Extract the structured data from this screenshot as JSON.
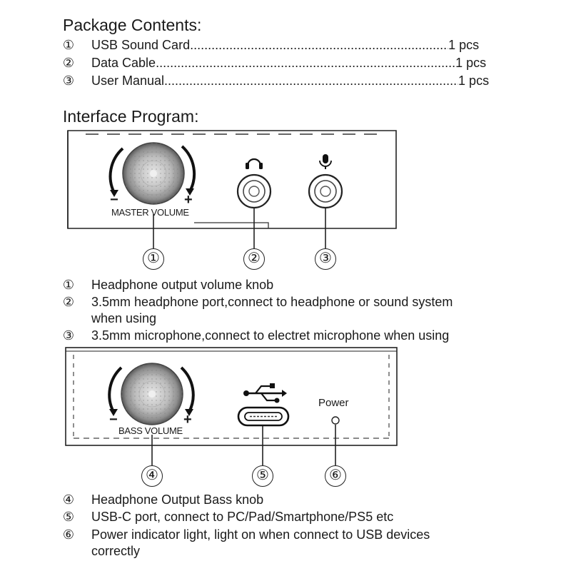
{
  "package": {
    "heading": "Package Contents:",
    "items": [
      {
        "num": "①",
        "name": "USB Sound Card",
        "qty": "1 pcs"
      },
      {
        "num": "②",
        "name": "Data Cable",
        "qty": "1 pcs"
      },
      {
        "num": "③",
        "name": "User Manual",
        "qty": "1 pcs"
      }
    ]
  },
  "interface": {
    "heading": "Interface Program:",
    "panel1": {
      "knob_label": "MASTER VOLUME",
      "minus": "−",
      "plus": "+",
      "headphone_icon": "headphone-icon",
      "mic_icon": "microphone-icon",
      "callouts": [
        "①",
        "②",
        "③"
      ]
    },
    "descriptions1": [
      {
        "num": "①",
        "text": "Headphone output volume knob"
      },
      {
        "num": "②",
        "text": "3.5mm headphone port,connect to headphone or sound system",
        "text2": "when using"
      },
      {
        "num": "③",
        "text": "3.5mm microphone,connect to electret microphone when using"
      }
    ],
    "panel2": {
      "knob_label": "BASS VOLUME",
      "minus": "−",
      "plus": "+",
      "usb_icon": "usb-icon",
      "power_label": "Power",
      "callouts": [
        "④",
        "⑤",
        "⑥"
      ]
    },
    "descriptions2": [
      {
        "num": "④",
        "text": "Headphone Output Bass knob"
      },
      {
        "num": "⑤",
        "text": "USB-C port, connect to PC/Pad/Smartphone/PS5 etc"
      },
      {
        "num": "⑥",
        "text": "Power indicator light, light on when connect to USB devices",
        "text2": "correctly"
      }
    ]
  },
  "colors": {
    "line": "#222222",
    "knob_dark": "#555555",
    "knob_light": "#d8d8d8"
  }
}
